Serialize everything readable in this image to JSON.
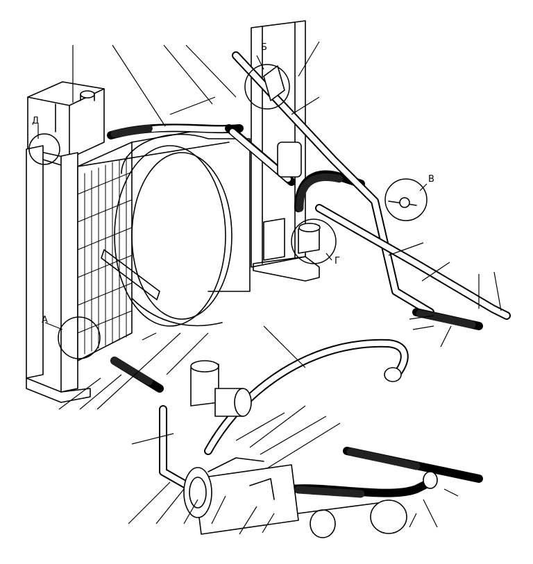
{
  "labels": {
    "A": "А",
    "B": "Б",
    "V": "В",
    "G": "Г",
    "D": "Д"
  },
  "colors": {
    "line": "#000000",
    "background": "#ffffff"
  }
}
